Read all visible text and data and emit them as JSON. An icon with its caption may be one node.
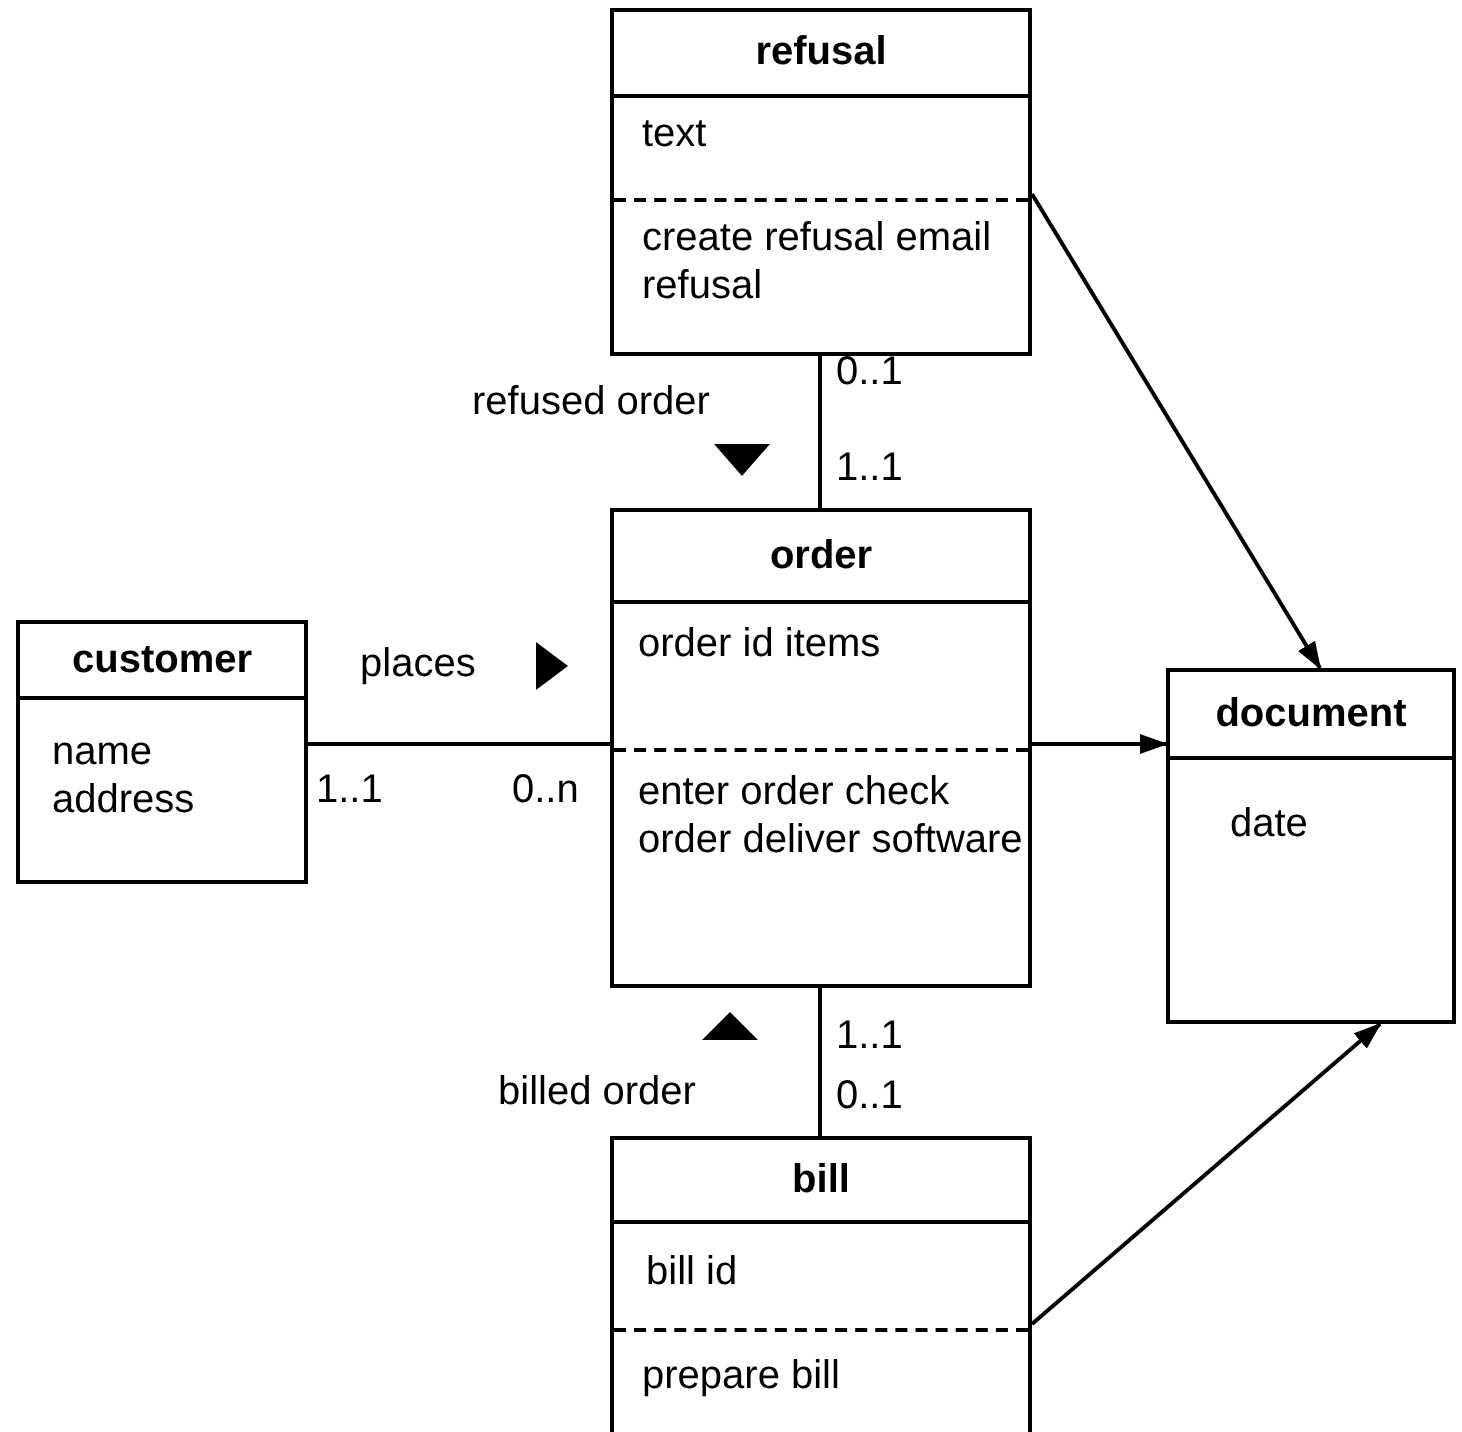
{
  "diagram": {
    "nodes": [
      {
        "text": [
          "refusal",
          "text",
          "create refusal email refusal"
        ]
      },
      {
        "text": [
          "order",
          "order id items",
          "enter order check order deliver software"
        ]
      },
      {
        "text": [
          "customer",
          "name address"
        ]
      },
      {
        "text": [
          "document",
          "date"
        ]
      },
      {
        "text": [
          "bill",
          "bill id",
          "prepare bill"
        ]
      }
    ],
    "edges": [
      {
        "from": 0,
        "to": 1,
        "arrow": "none",
        "label": "refused order"
      },
      {
        "from": 2,
        "to": 1,
        "arrow": "none",
        "label": "places"
      },
      {
        "from": 1,
        "to": 3,
        "arrow": "to"
      },
      {
        "from": 0,
        "to": 3,
        "arrow": "to"
      },
      {
        "from": 4,
        "to": 3,
        "arrow": "to"
      },
      {
        "from": 1,
        "to": 4,
        "arrow": "none",
        "label": "billed order"
      }
    ],
    "labels": [
      "0..1",
      "1..1",
      "1..1",
      "0..n",
      "1..1",
      "0..1"
    ]
  }
}
